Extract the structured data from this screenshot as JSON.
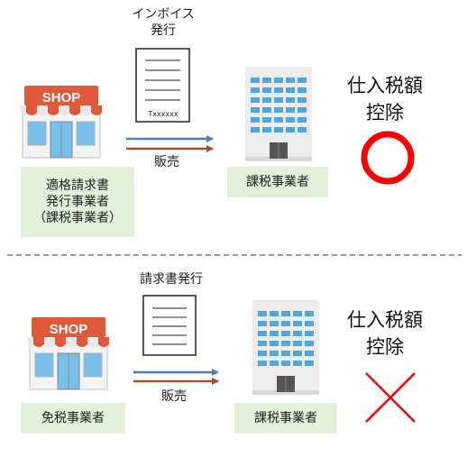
{
  "top": {
    "doc_caption_line1": "インボイス",
    "doc_caption_line2": "発行",
    "doc_code": "Txxxxxx",
    "sale_label": "販売",
    "seller_label_line1": "適格請求書",
    "seller_label_line2": "発行事業者",
    "seller_label_line3": "（課税事業者）",
    "buyer_label": "課税事業者",
    "deduction_line1": "仕入税額",
    "deduction_line2": "控除",
    "result_symbol": "circle-mark-icon"
  },
  "bottom": {
    "doc_caption": "請求書発行",
    "sale_label": "販売",
    "seller_label": "免税事業者",
    "buyer_label": "課税事業者",
    "deduction_line1": "仕入税額",
    "deduction_line2": "控除",
    "result_symbol": "cross-mark-icon"
  },
  "shop_sign": "SHOP",
  "colors": {
    "arrow_blue": "#4a7ebb",
    "arrow_brown": "#a0522d",
    "mark_red": "#ff0000",
    "label_bg": "#e2efd9",
    "awning_red": "#e05a3a",
    "building_blue": "#4fa7dd"
  }
}
